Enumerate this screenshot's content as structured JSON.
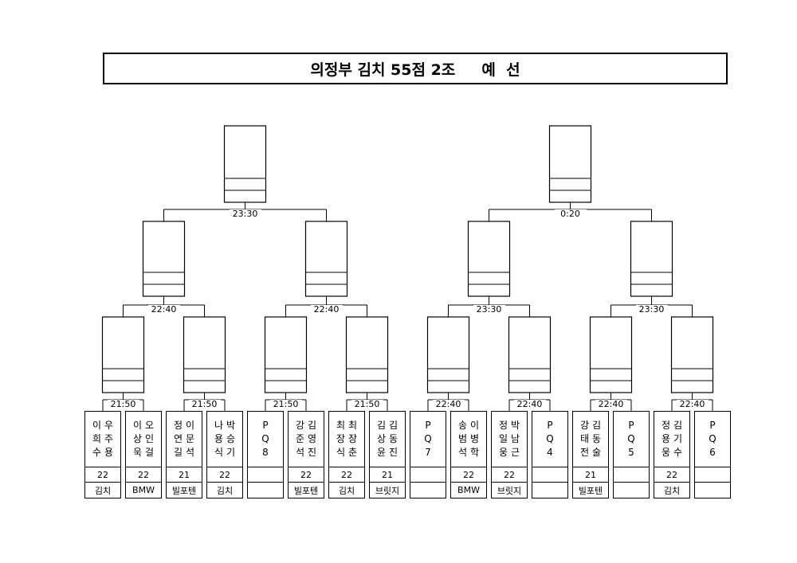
{
  "title": "의정부 김치 55점 2조     예  선",
  "teams": [
    {
      "names": [
        "이우",
        "희주",
        "수용"
      ],
      "number": "22",
      "club": "김치"
    },
    {
      "names": [
        "이오",
        "상인",
        "욱걸"
      ],
      "number": "22",
      "club": "BMW"
    },
    {
      "names": [
        "정이",
        "연문",
        "길석"
      ],
      "number": "21",
      "club": "빌포텐"
    },
    {
      "names": [
        "나박",
        "용승",
        "식기"
      ],
      "number": "22",
      "club": "김치"
    },
    {
      "names": [
        "P",
        "Q",
        "8"
      ],
      "number": "",
      "club": ""
    },
    {
      "names": [
        "강김",
        "준영",
        "석진"
      ],
      "number": "22",
      "club": "빌포텐"
    },
    {
      "names": [
        "최최",
        "장장",
        "식춘"
      ],
      "number": "22",
      "club": "김치"
    },
    {
      "names": [
        "김김",
        "상동",
        "윤진"
      ],
      "number": "21",
      "club": "브릿지"
    },
    {
      "names": [
        "P",
        "Q",
        "7"
      ],
      "number": "",
      "club": ""
    },
    {
      "names": [
        "송이",
        "범병",
        "석학"
      ],
      "number": "22",
      "club": "BMW"
    },
    {
      "names": [
        "정박",
        "일남",
        "웅근"
      ],
      "number": "22",
      "club": "브릿지"
    },
    {
      "names": [
        "P",
        "Q",
        "4"
      ],
      "number": "",
      "club": ""
    },
    {
      "names": [
        "강김",
        "태동",
        "전술"
      ],
      "number": "21",
      "club": "빌포텐"
    },
    {
      "names": [
        "P",
        "Q",
        "5"
      ],
      "number": "",
      "club": ""
    },
    {
      "names": [
        "정김",
        "용기",
        "웅수"
      ],
      "number": "22",
      "club": "김치"
    },
    {
      "names": [
        "P",
        "Q",
        "6"
      ],
      "number": "",
      "club": ""
    }
  ],
  "round1_times": [
    "21:50",
    "21:50",
    "21:50",
    "21:50",
    "22:40",
    "22:40",
    "22:40",
    "22:40"
  ],
  "round2_times": [
    "22:40",
    "22:40",
    "23:30",
    "23:30"
  ],
  "round3_times": [
    "23:30",
    "0:20"
  ]
}
